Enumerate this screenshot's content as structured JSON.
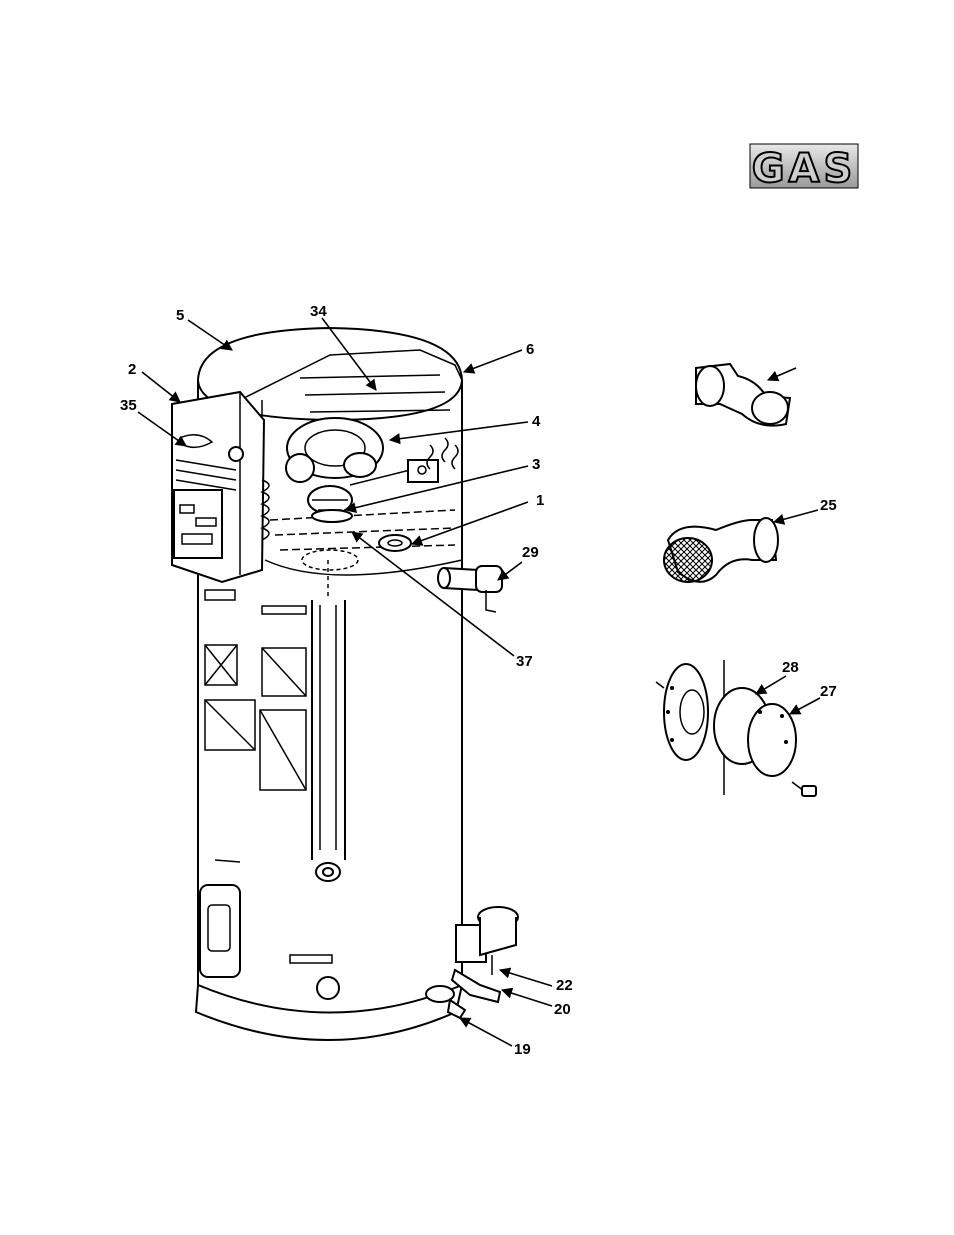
{
  "badge": {
    "text": "GAS"
  },
  "callouts": [
    {
      "id": "5",
      "text": "5"
    },
    {
      "id": "34",
      "text": "34"
    },
    {
      "id": "6",
      "text": "6"
    },
    {
      "id": "2",
      "text": "2"
    },
    {
      "id": "35",
      "text": "35"
    },
    {
      "id": "4",
      "text": "4"
    },
    {
      "id": "3",
      "text": "3"
    },
    {
      "id": "1",
      "text": "1"
    },
    {
      "id": "29",
      "text": "29"
    },
    {
      "id": "37",
      "text": "37"
    },
    {
      "id": "25",
      "text": "25"
    },
    {
      "id": "28",
      "text": "28"
    },
    {
      "id": "27",
      "text": "27"
    },
    {
      "id": "22",
      "text": "22"
    },
    {
      "id": "20",
      "text": "20"
    },
    {
      "id": "19",
      "text": "19"
    }
  ]
}
